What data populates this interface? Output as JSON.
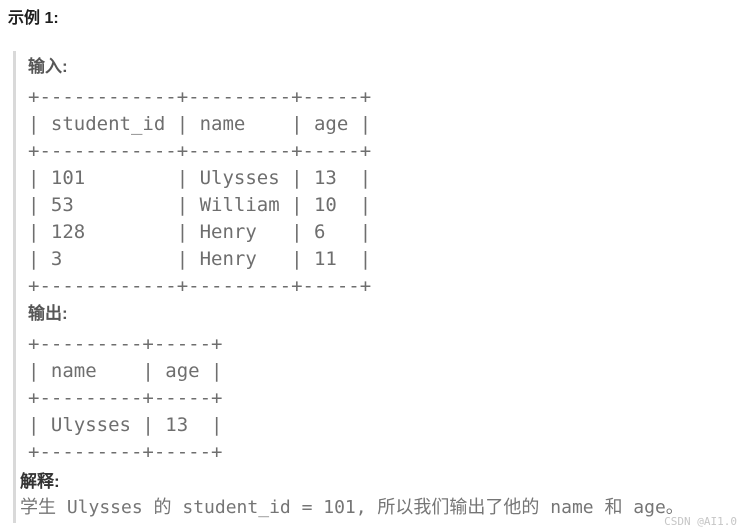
{
  "example": {
    "title": "示例 1:",
    "input_label": "输入:",
    "input_table_text": "+------------+---------+-----+\n| student_id | name    | age |\n+------------+---------+-----+\n| 101        | Ulysses | 13  |\n| 53         | William | 10  |\n| 128        | Henry   | 6   |\n| 3          | Henry   | 11  |\n+------------+---------+-----+",
    "output_label": "输出:",
    "output_table_text": "+---------+-----+\n| name    | age |\n+---------+-----+\n| Ulysses | 13  |\n+---------+-----+",
    "explanation_label": "解释:",
    "explanation_text": "学生 Ulysses 的 student_id = 101, 所以我们输出了他的 name 和 age。"
  },
  "tables": {
    "input": {
      "headers": [
        "student_id",
        "name",
        "age"
      ],
      "rows": [
        [
          "101",
          "Ulysses",
          "13"
        ],
        [
          "53",
          "William",
          "10"
        ],
        [
          "128",
          "Henry",
          "6"
        ],
        [
          "3",
          "Henry",
          "11"
        ]
      ]
    },
    "output": {
      "headers": [
        "name",
        "age"
      ],
      "rows": [
        [
          "Ulysses",
          "13"
        ]
      ]
    }
  },
  "watermark": {
    "text": "CSDN @AI1.0"
  },
  "colors": {
    "background": "#ffffff",
    "title_text": "#1f1f1f",
    "quote_border": "#d9d9d9",
    "io_label_text": "#565656",
    "table_text": "#6e6e6e",
    "explanation_label_text": "#333333",
    "explanation_text": "#757575",
    "watermark_text": "#c6c6c6"
  }
}
